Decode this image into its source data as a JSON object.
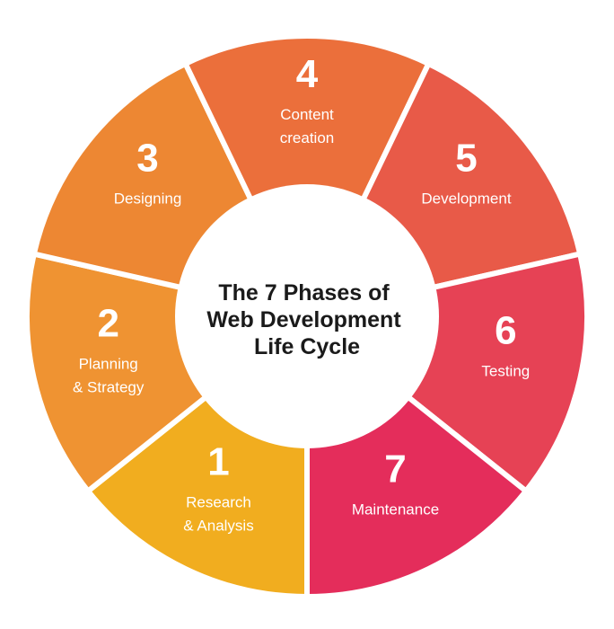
{
  "title_lines": [
    "The 7 Phases of",
    "Web Development",
    "Life Cycle"
  ],
  "phases": [
    {
      "number": "1",
      "label_lines": [
        "Research",
        "& Analysis"
      ],
      "color": "#F1AD1F"
    },
    {
      "number": "2",
      "label_lines": [
        "Planning",
        "& Strategy"
      ],
      "color": "#EF9332"
    },
    {
      "number": "3",
      "label_lines": [
        "Designing"
      ],
      "color": "#ED8733"
    },
    {
      "number": "4",
      "label_lines": [
        "Content",
        "creation"
      ],
      "color": "#EB6F3B"
    },
    {
      "number": "5",
      "label_lines": [
        "Development"
      ],
      "color": "#E85A48"
    },
    {
      "number": "6",
      "label_lines": [
        "Testing"
      ],
      "color": "#E64255"
    },
    {
      "number": "7",
      "label_lines": [
        "Maintenance"
      ],
      "color": "#E42D5B"
    }
  ]
}
